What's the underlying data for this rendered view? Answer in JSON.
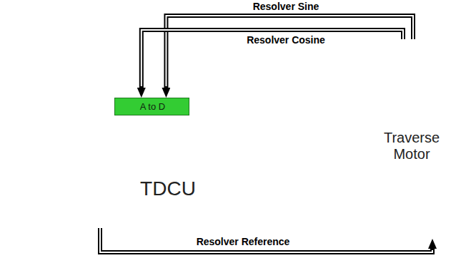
{
  "diagram": {
    "nodes": [
      {
        "text": [
          "TDCU"
        ]
      },
      {
        "text": [
          "A to D"
        ],
        "in": 0
      },
      {
        "text": [
          "Traverse Motor"
        ]
      }
    ],
    "edges": [
      {
        "from": 2,
        "to": 1,
        "arrow": "to",
        "label": "Resolver Sine"
      },
      {
        "from": 2,
        "to": 1,
        "arrow": "to",
        "label": "Resolver Cosine"
      },
      {
        "from": 0,
        "to": 2,
        "arrow": "to",
        "label": "Resolver Reference"
      }
    ]
  }
}
